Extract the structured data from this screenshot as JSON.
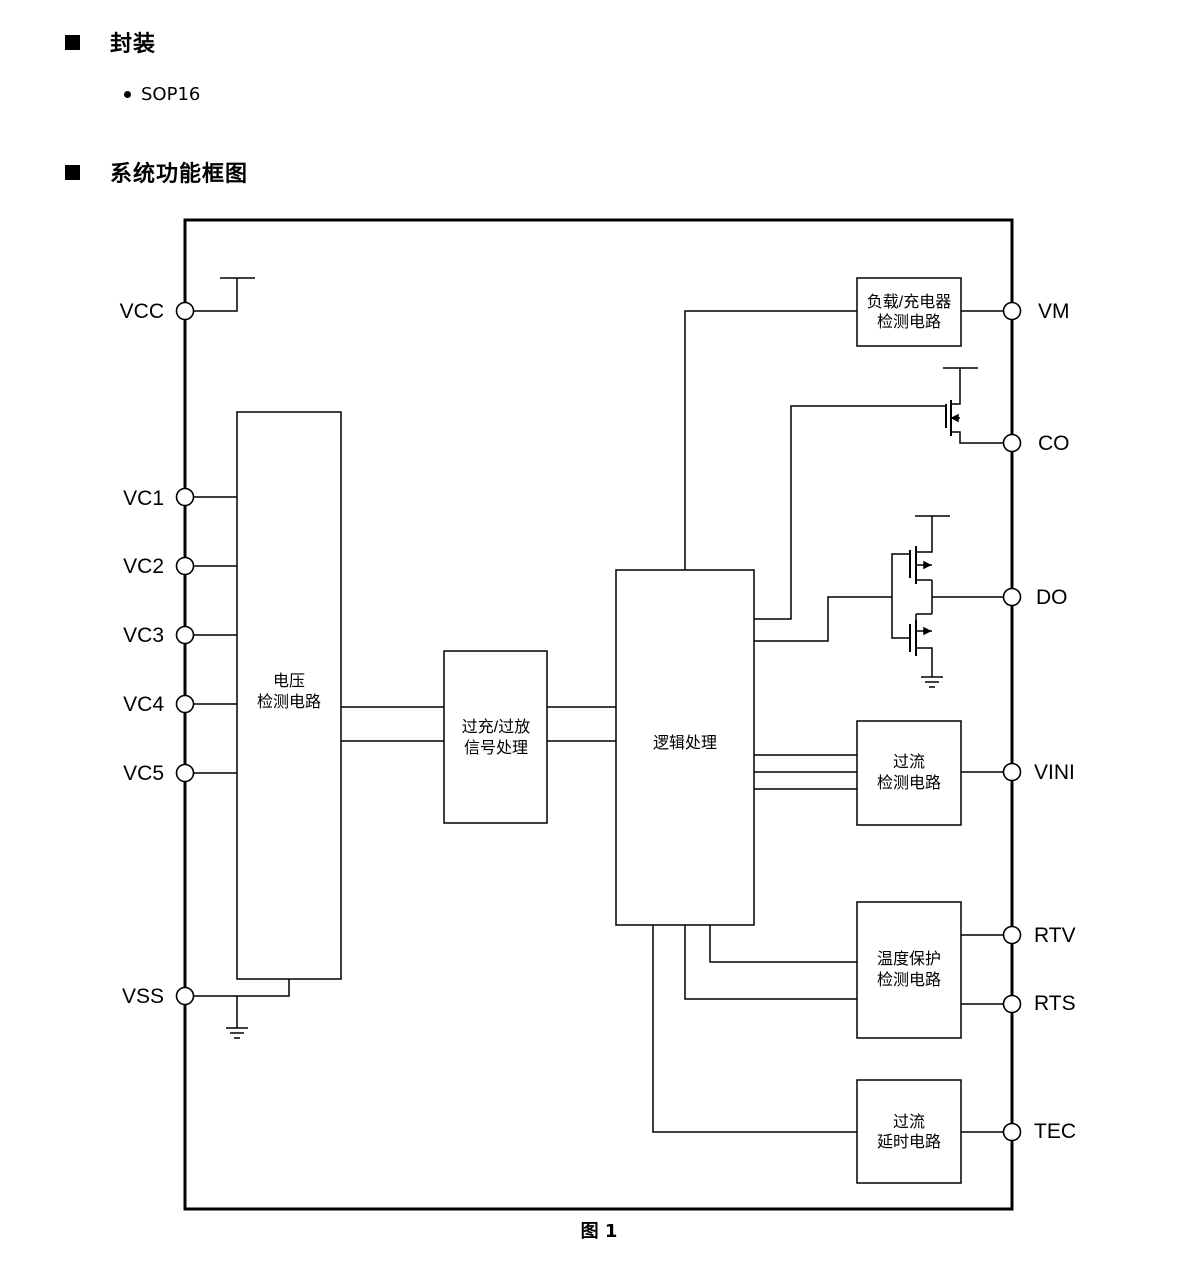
{
  "sections": {
    "package_heading": "封装",
    "package_item": "SOP16",
    "diagram_heading": "系统功能框图"
  },
  "pins_left": [
    "VCC",
    "VC1",
    "VC2",
    "VC3",
    "VC4",
    "VC5",
    "VSS"
  ],
  "pins_right": [
    "VM",
    "CO",
    "DO",
    "VINI",
    "RTV",
    "RTS",
    "TEC"
  ],
  "blocks": {
    "voltage_detect": [
      "电压",
      "检测电路"
    ],
    "ov_signal": [
      "过充/过放",
      "信号处理"
    ],
    "logic": [
      "逻辑处理"
    ],
    "load_detect": [
      "负载/充电器",
      "检测电路"
    ],
    "overcurrent_detect": [
      "过流",
      "检测电路"
    ],
    "temp_detect": [
      "温度保护",
      "检测电路"
    ],
    "oc_delay": [
      "过流",
      "延时电路"
    ]
  },
  "caption": "图 1"
}
